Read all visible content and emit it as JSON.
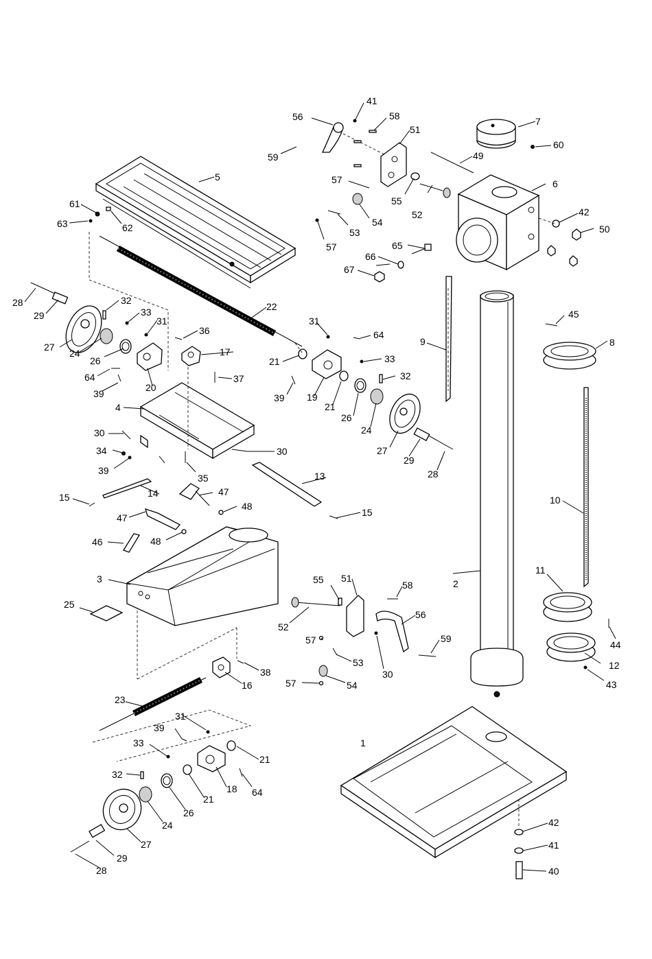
{
  "diagram": {
    "type": "exploded parts drawing",
    "callouts": [
      "1",
      "2",
      "3",
      "4",
      "5",
      "6",
      "7",
      "8",
      "9",
      "10",
      "11",
      "12",
      "13",
      "14",
      "15",
      "15",
      "16",
      "17",
      "18",
      "19",
      "20",
      "21",
      "21",
      "21",
      "21",
      "22",
      "23",
      "24",
      "24",
      "24",
      "25",
      "26",
      "26",
      "26",
      "27",
      "27",
      "27",
      "28",
      "28",
      "28",
      "29",
      "29",
      "29",
      "30",
      "30",
      "30",
      "31",
      "31",
      "31",
      "32",
      "32",
      "32",
      "33",
      "33",
      "33",
      "34",
      "35",
      "36",
      "37",
      "38",
      "39",
      "39",
      "39",
      "39",
      "40",
      "41",
      "41",
      "42",
      "42",
      "43",
      "44",
      "45",
      "46",
      "47",
      "47",
      "48",
      "48",
      "49",
      "50",
      "51",
      "51",
      "52",
      "52",
      "53",
      "53",
      "54",
      "54",
      "55",
      "55",
      "56",
      "56",
      "57",
      "57",
      "57",
      "57",
      "58",
      "58",
      "59",
      "59",
      "60",
      "61",
      "62",
      "63",
      "64",
      "64",
      "64",
      "65",
      "66",
      "67"
    ]
  }
}
